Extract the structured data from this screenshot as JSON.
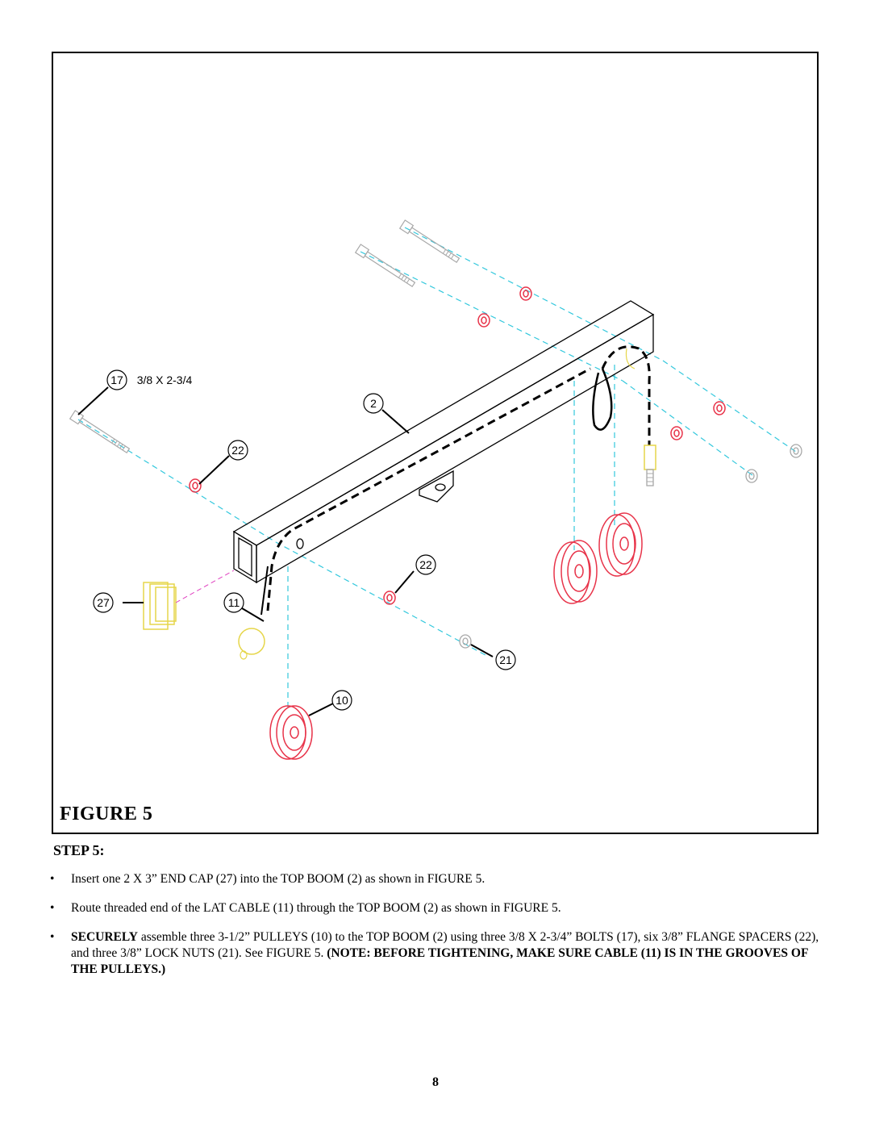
{
  "figure": {
    "title": "FIGURE 5",
    "callouts": {
      "bolt": "17",
      "bolt_spec": "3/8 X 2-3/4",
      "top_boom": "2",
      "spacer_upper": "22",
      "spacer_lower": "22",
      "end_cap": "27",
      "lat_cable": "11",
      "lock_nut": "21",
      "pulley": "10"
    }
  },
  "step": {
    "heading": "STEP 5:",
    "bullets": [
      {
        "segments": [
          {
            "text": "Insert one 2 X 3” END CAP (27) into the TOP BOOM (2) as shown in FIGURE 5.",
            "bold": false
          }
        ]
      },
      {
        "segments": [
          {
            "text": "Route threaded end of the LAT CABLE (11) through the TOP BOOM (2) as shown in FIGURE 5.",
            "bold": false
          }
        ]
      },
      {
        "segments": [
          {
            "text": "SECURELY",
            "bold": true
          },
          {
            "text": " assemble three 3-1/2” PULLEYS (10) to the TOP BOOM (2) using three 3/8 X 2-3/4” BOLTS (17), six 3/8” FLANGE SPACERS (22), and three 3/8” LOCK NUTS (21). See FIGURE 5. ",
            "bold": false
          },
          {
            "text": "(NOTE: BEFORE TIGHTENING, MAKE SURE CABLE (11) IS IN THE GROOVES OF THE PULLEYS.)",
            "bold": true
          }
        ]
      }
    ]
  },
  "page_number": "8",
  "colors": {
    "frame": "#000000",
    "pulley": "#e8344a",
    "spacer": "#e8344a",
    "bolt": "#a8a8a8",
    "centerline": "#33c8dd",
    "end_cap": "#e6d64a",
    "end_cap_line": "#e040c0"
  }
}
